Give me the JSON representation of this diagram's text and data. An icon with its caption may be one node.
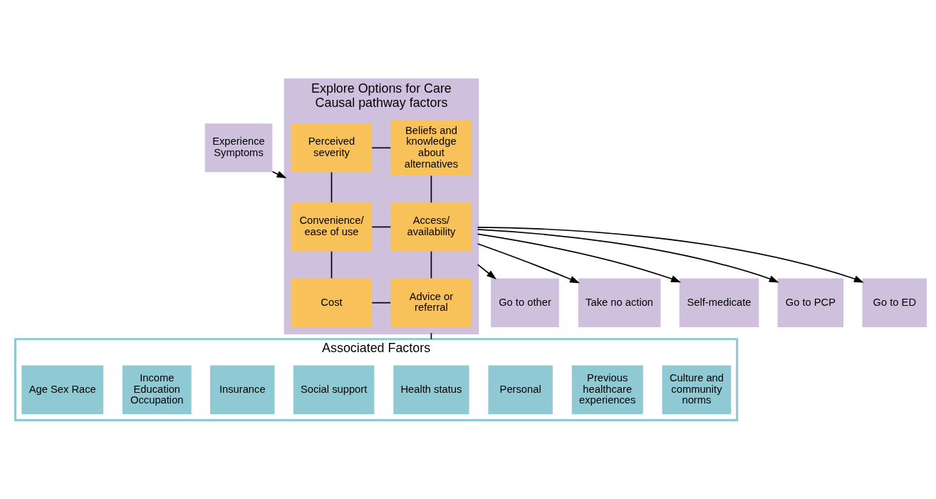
{
  "diagram": {
    "nodes": [
      {
        "text": [
          "Experience Symptoms"
        ]
      },
      {
        "text": [
          "Explore Options for Care",
          "Causal pathway factors"
        ]
      },
      {
        "text": [
          "Perceived severity"
        ],
        "in": 1
      },
      {
        "text": [
          "Beliefs and knowledge about alternatives"
        ],
        "in": 1
      },
      {
        "text": [
          "Convenience/ ease of use"
        ],
        "in": 1
      },
      {
        "text": [
          "Access/ availability"
        ],
        "in": 1
      },
      {
        "text": [
          "Cost"
        ],
        "in": 1
      },
      {
        "text": [
          "Advice or referral"
        ],
        "in": 1
      },
      {
        "text": [
          "Take no action"
        ]
      },
      {
        "text": [
          "Self-medicate"
        ]
      },
      {
        "text": [
          "Go to PCP"
        ]
      },
      {
        "text": [
          "Go to ED"
        ]
      },
      {
        "text": [
          "Go to other"
        ]
      },
      {
        "text": [
          "Associated Factors"
        ]
      },
      {
        "text": [
          "Age Sex Race"
        ],
        "in": 13
      },
      {
        "text": [
          "Income Education Occupation"
        ],
        "in": 13
      },
      {
        "text": [
          "Insurance"
        ],
        "in": 13
      },
      {
        "text": [
          "Social support"
        ],
        "in": 13
      },
      {
        "text": [
          "Health status"
        ],
        "in": 13
      },
      {
        "text": [
          "Personal"
        ],
        "in": 13
      },
      {
        "text": [
          "Previous healthcare experiences"
        ],
        "in": 13
      },
      {
        "text": [
          "Culture and community norms"
        ],
        "in": 13
      }
    ],
    "edges": [
      {
        "from": 0,
        "to": 1,
        "arrow": "to"
      },
      {
        "from": 2,
        "to": 3,
        "arrow": "none"
      },
      {
        "from": 2,
        "to": 4,
        "arrow": "none"
      },
      {
        "from": 3,
        "to": 5,
        "arrow": "none"
      },
      {
        "from": 4,
        "to": 5,
        "arrow": "none"
      },
      {
        "from": 4,
        "to": 6,
        "arrow": "none"
      },
      {
        "from": 5,
        "to": 7,
        "arrow": "none"
      },
      {
        "from": 6,
        "to": 7,
        "arrow": "none"
      },
      {
        "from": 1,
        "to": 8,
        "arrow": "to"
      },
      {
        "from": 1,
        "to": 9,
        "arrow": "to"
      },
      {
        "from": 1,
        "to": 10,
        "arrow": "to"
      },
      {
        "from": 1,
        "to": 11,
        "arrow": "to"
      },
      {
        "from": 1,
        "to": 12,
        "arrow": "to"
      },
      {
        "from": 1,
        "to": 13,
        "arrow": "none"
      }
    ]
  }
}
